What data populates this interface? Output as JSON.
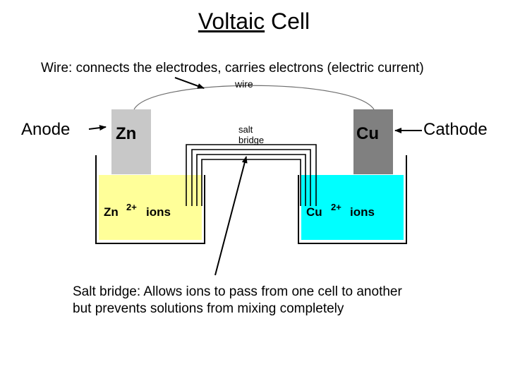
{
  "title": {
    "part1": "Voltaic",
    "part2": " Cell"
  },
  "annotations": {
    "wire_description": "Wire: connects the electrodes, carries electrons (electric current)",
    "salt_bridge_description_line1": "Salt bridge: Allows ions to pass from one cell to another",
    "salt_bridge_description_line2": "but prevents solutions from mixing completely",
    "anode": "Anode",
    "cathode": "Cathode"
  },
  "diagram": {
    "wire_label": "wire",
    "salt_bridge_label_line1": "salt",
    "salt_bridge_label_line2": "bridge",
    "anode_electrode": "Zn",
    "cathode_electrode": "Cu",
    "anode_solution": {
      "symbol": "Zn",
      "charge": "2+",
      "word": "ions"
    },
    "cathode_solution": {
      "symbol": "Cu",
      "charge": "2+",
      "word": "ions"
    }
  },
  "colors": {
    "zn_solution": "#ffff99",
    "cu_solution": "#00ffff",
    "zn_electrode": "#c8c8c8",
    "cu_electrode": "#808080"
  }
}
